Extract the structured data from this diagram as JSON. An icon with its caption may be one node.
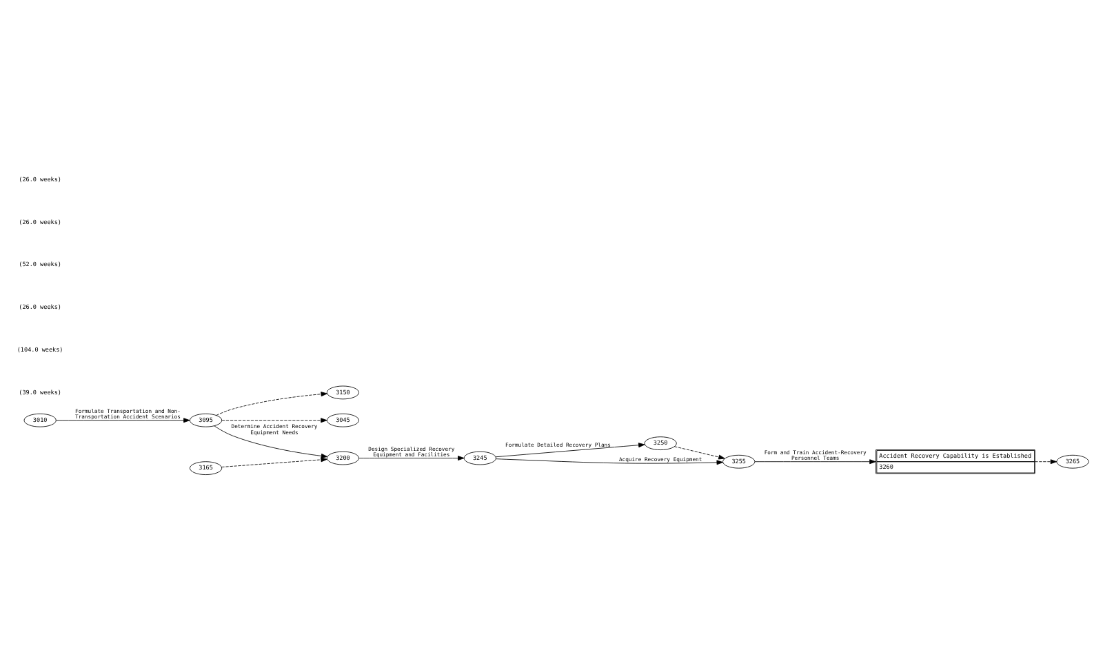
{
  "diagram": {
    "nodes": [
      {
        "text": [
          "3010"
        ]
      },
      {
        "text": [
          "3150"
        ]
      },
      {
        "text": [
          "3095"
        ]
      },
      {
        "text": [
          "3165"
        ]
      },
      {
        "text": [
          "3045"
        ]
      },
      {
        "text": [
          "3200"
        ]
      },
      {
        "text": [
          "3250"
        ]
      },
      {
        "text": [
          "3245"
        ]
      },
      {
        "text": [
          "3255"
        ]
      },
      {
        "text": [
          "Accident Recovery Capability is Established",
          "3260"
        ]
      },
      {
        "text": [
          "3265"
        ]
      }
    ],
    "edges": [
      {
        "from": 0,
        "to": 2,
        "arrow": "to",
        "label": "Formulate Transportation and Non-Transportation Accident Scenarios"
      },
      {
        "from": 2,
        "to": 1,
        "arrow": "to",
        "style": "dashed"
      },
      {
        "from": 2,
        "to": 4,
        "arrow": "to",
        "style": "dashed"
      },
      {
        "from": 2,
        "to": 5,
        "arrow": "to",
        "label": "Determine Accident Recovery Equipment Needs"
      },
      {
        "from": 3,
        "to": 5,
        "arrow": "to",
        "style": "dashed"
      },
      {
        "from": 5,
        "to": 7,
        "arrow": "to",
        "label": "Design Specialized Recovery Equipment and Facilities"
      },
      {
        "from": 7,
        "to": 6,
        "arrow": "to",
        "label": "Formulate Detailed Recovery Plans"
      },
      {
        "from": 7,
        "to": 8,
        "arrow": "to",
        "label": "Acquire Recovery Equipment"
      },
      {
        "from": 6,
        "to": 8,
        "arrow": "to",
        "style": "dashed"
      },
      {
        "from": 8,
        "to": 9,
        "arrow": "to",
        "label": "Form and Train Accident-Recovery Personnel Teams"
      },
      {
        "from": 9,
        "to": 10,
        "arrow": "to",
        "style": "dashed"
      }
    ],
    "labels": [
      "(26.0 weeks)",
      "(26.0 weeks)",
      "(52.0 weeks)",
      "(26.0 weeks)",
      "(104.0 weeks)",
      "(39.0 weeks)"
    ]
  }
}
